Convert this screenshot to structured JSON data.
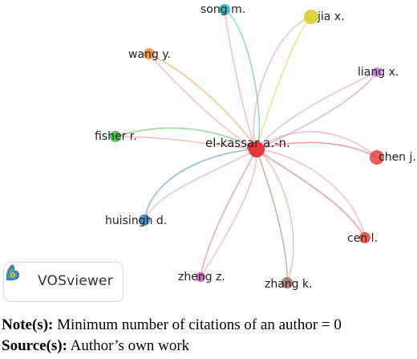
{
  "network": {
    "center": {
      "label": "el-kassar a.-n.",
      "color": "#e8353b"
    },
    "nodes": [
      {
        "id": "song",
        "label": "song m.",
        "color": "#2fb6c9"
      },
      {
        "id": "jia",
        "label": "jia x.",
        "color": "#d6d22a"
      },
      {
        "id": "wang",
        "label": "wang y.",
        "color": "#f2923a"
      },
      {
        "id": "liang",
        "label": "liang x.",
        "color": "#c07ae0"
      },
      {
        "id": "fisher",
        "label": "fisher r.",
        "color": "#3fbf4a"
      },
      {
        "id": "chen",
        "label": "chen j.",
        "color": "#e74a4a"
      },
      {
        "id": "huisingh",
        "label": "huisingh d.",
        "color": "#3b86cf"
      },
      {
        "id": "cen",
        "label": "cen l.",
        "color": "#e8523f"
      },
      {
        "id": "zheng",
        "label": "zheng z.",
        "color": "#d45bc0"
      },
      {
        "id": "zhang",
        "label": "zhang k.",
        "color": "#a5756a"
      }
    ],
    "edge_color": "#f08c88"
  },
  "badge": {
    "text": "VOSviewer",
    "icon": "vosviewer-logo-icon"
  },
  "caption": {
    "note_label": "Note(s):",
    "note_text": " Minimum number of citations of an author = 0",
    "source_label": "Source(s):",
    "source_text": " Author’s own work"
  }
}
